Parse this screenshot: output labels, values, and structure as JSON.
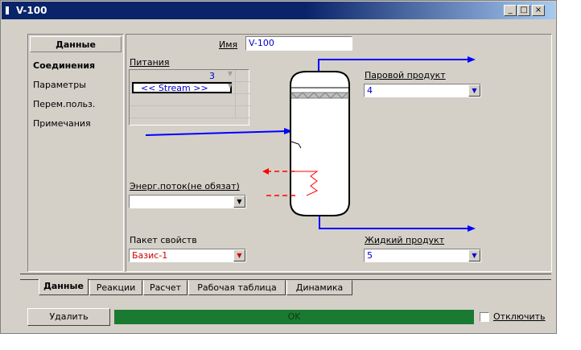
{
  "window": {
    "title": "V-100",
    "minimize": "_",
    "maximize": "□",
    "close": "×"
  },
  "sidebar": {
    "header": "Данные",
    "items": [
      {
        "label": "Соединения",
        "active": true
      },
      {
        "label": "Параметры"
      },
      {
        "label": "Перем.польз."
      },
      {
        "label": "Примечания"
      }
    ]
  },
  "name": {
    "label": "Имя",
    "value": "V-100"
  },
  "feeds": {
    "label": "Питания",
    "rows": [
      {
        "value": "3"
      },
      {
        "value": "<< Stream >>"
      },
      {
        "value": ""
      },
      {
        "value": ""
      }
    ]
  },
  "vapour": {
    "label": "Паровой продукт",
    "value": "4"
  },
  "energy": {
    "label": "Энерг.поток(не обязат)",
    "value": ""
  },
  "liquid": {
    "label": "Жидкий продукт",
    "value": "5"
  },
  "fluid_package": {
    "label": "Пакет свойств",
    "value": "Базис-1"
  },
  "tabs": [
    {
      "label": "Данные",
      "active": true
    },
    {
      "label": "Реакции"
    },
    {
      "label": "Расчет"
    },
    {
      "label": "Рабочая таблица"
    },
    {
      "label": "Динамика"
    }
  ],
  "bottom": {
    "delete_label": "Удалить",
    "status_text": "OK",
    "status_color": "#1a7a32",
    "ignore_label": "Отключить"
  },
  "colors": {
    "stream": "#0000ff",
    "energy": "#ff0000",
    "red_value": "#cc0000",
    "blue_value": "#0000cc"
  }
}
